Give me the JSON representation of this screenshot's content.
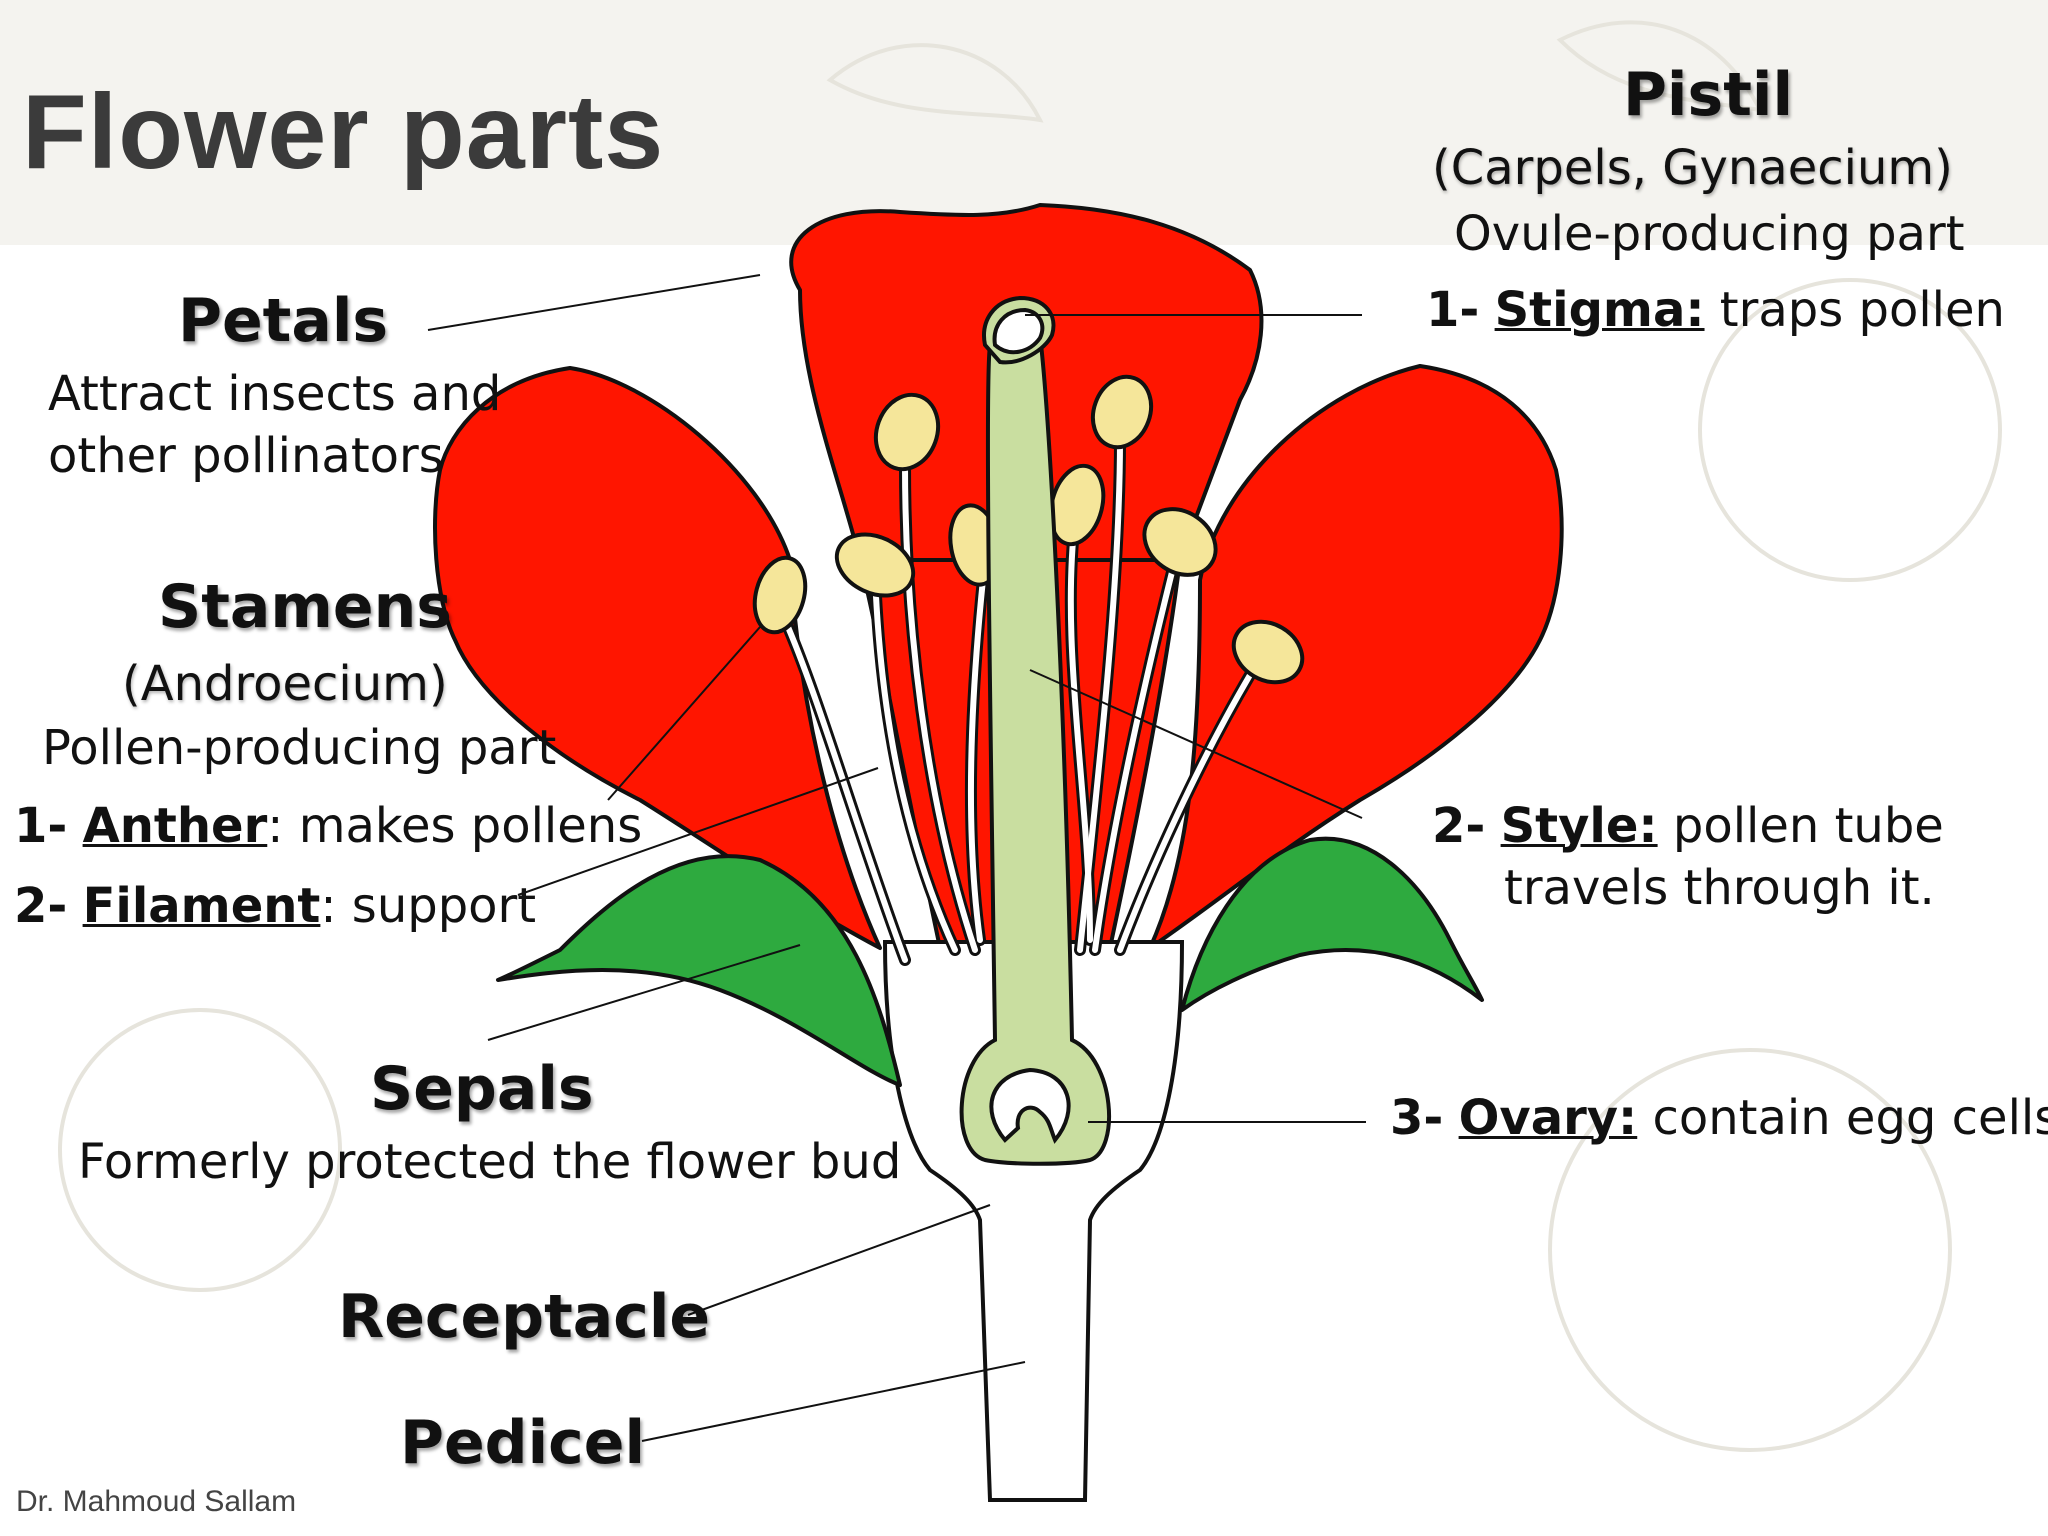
{
  "title": "Flower parts",
  "credit": "Dr. Mahmoud Sallam",
  "colors": {
    "petal": "#ff1500",
    "sepal": "#2eaa3f",
    "pistil": "#c9dea0",
    "anther": "#f5e69a",
    "outline": "#111111",
    "band": "#f4f3ef"
  },
  "labels": {
    "petals": {
      "heading": "Petals",
      "lines": [
        "Attract insects and",
        "other pollinators"
      ]
    },
    "stamens": {
      "heading": "Stamens",
      "alt": "(Androecium)",
      "desc": "Pollen-producing part",
      "items": [
        {
          "num": "1-",
          "term": "Anther",
          "sep": ":",
          "desc": " makes pollens"
        },
        {
          "num": "2-",
          "term": "Filament",
          "sep": ":",
          "desc": " support"
        }
      ]
    },
    "sepals": {
      "heading": "Sepals",
      "desc": "Formerly protected the flower bud"
    },
    "receptacle": {
      "heading": "Receptacle"
    },
    "pedicel": {
      "heading": "Pedicel"
    },
    "pistil": {
      "heading": "Pistil",
      "alt": "(Carpels, Gynaecium)",
      "desc": "Ovule-producing part",
      "items": [
        {
          "num": "1-",
          "term": "Stigma:",
          "desc": " traps pollen"
        },
        {
          "num": "2-",
          "term": "Style:",
          "desc": " pollen tube",
          "line2": "travels through it."
        },
        {
          "num": "3-",
          "term": "Ovary:",
          "desc": " contain egg cells"
        }
      ]
    }
  }
}
